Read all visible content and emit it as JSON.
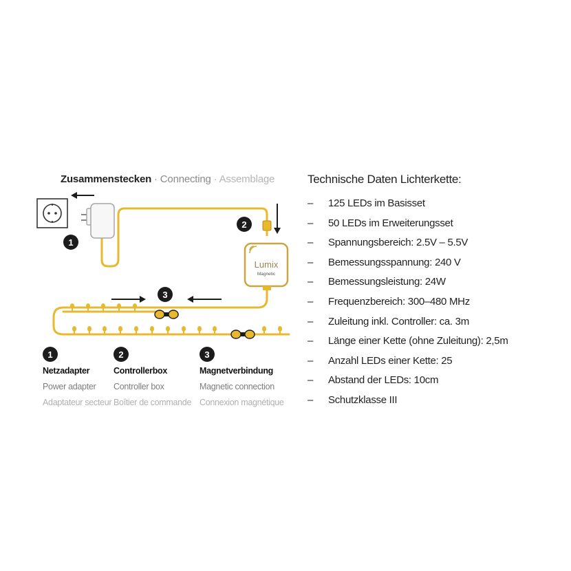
{
  "heading": {
    "part1": "Zusammenstecken",
    "sep": " · ",
    "part2": "Connecting",
    "part3": "Assemblage"
  },
  "controller": {
    "brand": "Lumix",
    "model": "Magnetic"
  },
  "badges": [
    "1",
    "2",
    "3"
  ],
  "legend": [
    {
      "number": "1",
      "de": "Netzadapter",
      "en": "Power adapter",
      "fr": "Adaptateur secteur"
    },
    {
      "number": "2",
      "de": "Controllerbox",
      "en": "Controller box",
      "fr": "Boîtier de commande"
    },
    {
      "number": "3",
      "de": "Magnetverbindung",
      "en": "Magnetic connection",
      "fr": "Connexion magnétique"
    }
  ],
  "tech": {
    "title": "Technische Daten Lichterkette:",
    "bullet": "–",
    "items": [
      "125 LEDs im Basisset",
      "50 LEDs im Erweiterungsset",
      "Spannungsbereich: 2.5V – 5.5V",
      "Bemessungsspannung: 240 V",
      "Bemessungsleistung: 24W",
      "Frequenzbereich: 300–480 MHz",
      "Zuleitung inkl. Controller: ca. 3m",
      "Länge einer Kette (ohne Zuleitung): 2,5m",
      "Anzahl LEDs einer Kette: 25",
      "Abstand der LEDs: 10cm",
      "Schutzklasse III"
    ]
  },
  "colors": {
    "cable": "#e8b92f",
    "ink": "#1c1c1c",
    "gold": "#c9a642"
  }
}
